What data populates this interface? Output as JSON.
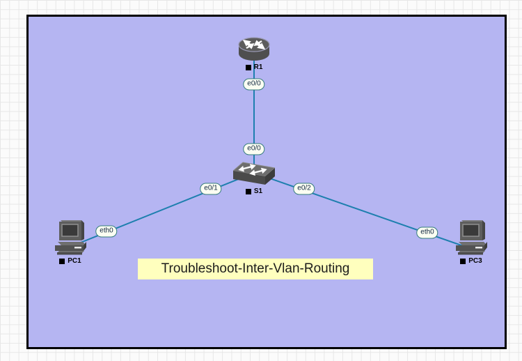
{
  "workspace": {
    "background_color": "#b5b5f2",
    "border_color": "#000000",
    "grid_color": "#e7e7e7"
  },
  "banner": {
    "text": "Troubleshoot-Inter-Vlan-Routing",
    "background": "#ffffbe"
  },
  "nodes": [
    {
      "id": "R1",
      "label": "R1",
      "type": "router",
      "icon": "router-icon"
    },
    {
      "id": "S1",
      "label": "S1",
      "type": "switch",
      "icon": "switch-icon"
    },
    {
      "id": "PC1",
      "label": "PC1",
      "type": "pc",
      "icon": "pc-icon"
    },
    {
      "id": "PC3",
      "label": "PC3",
      "type": "pc",
      "icon": "pc-icon"
    }
  ],
  "links": [
    {
      "from": "R1",
      "to": "S1",
      "from_label": "e0/0",
      "to_label": "e0/0"
    },
    {
      "from": "S1",
      "to": "PC1",
      "from_label": "e0/1",
      "to_label": "eth0"
    },
    {
      "from": "S1",
      "to": "PC3",
      "from_label": "e0/2",
      "to_label": "eth0"
    }
  ],
  "colors": {
    "link": "#1d7fae",
    "bubble_fill": "#fbfef2",
    "bubble_border": "#357c7c"
  }
}
